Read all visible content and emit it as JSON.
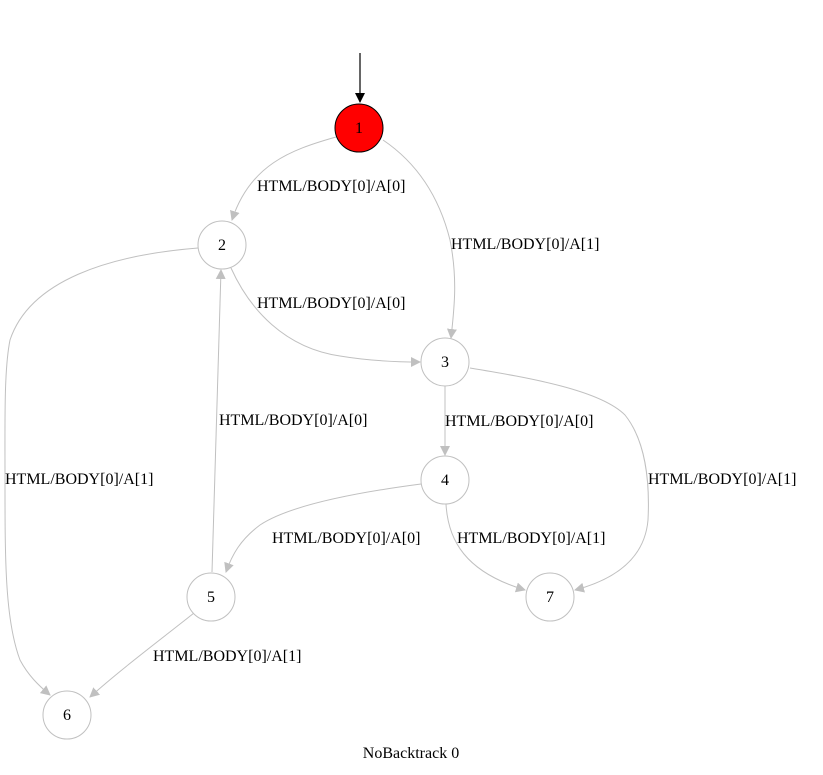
{
  "diagram": {
    "type": "state-graph",
    "caption": "NoBacktrack 0",
    "initial_node": "1",
    "colors": {
      "initial_node_fill": "#ff0000",
      "initial_node_stroke": "#000000",
      "initial_arrow": "#000000",
      "node_stroke": "#c0c0c0",
      "edge_stroke": "#c0c0c0"
    },
    "nodes": [
      {
        "id": "1",
        "label": "1"
      },
      {
        "id": "2",
        "label": "2"
      },
      {
        "id": "3",
        "label": "3"
      },
      {
        "id": "4",
        "label": "4"
      },
      {
        "id": "5",
        "label": "5"
      },
      {
        "id": "6",
        "label": "6"
      },
      {
        "id": "7",
        "label": "7"
      }
    ],
    "edges": [
      {
        "id": "e1-2",
        "from": "1",
        "to": "2",
        "label": "HTML/BODY[0]/A[0]"
      },
      {
        "id": "e1-3",
        "from": "1",
        "to": "3",
        "label": "HTML/BODY[0]/A[1]"
      },
      {
        "id": "e2-3",
        "from": "2",
        "to": "3",
        "label": "HTML/BODY[0]/A[0]"
      },
      {
        "id": "e2-6",
        "from": "2",
        "to": "6",
        "label": "HTML/BODY[0]/A[1]"
      },
      {
        "id": "e3-4",
        "from": "3",
        "to": "4",
        "label": "HTML/BODY[0]/A[0]"
      },
      {
        "id": "e3-7",
        "from": "3",
        "to": "7",
        "label": "HTML/BODY[0]/A[1]"
      },
      {
        "id": "e4-5",
        "from": "4",
        "to": "5",
        "label": "HTML/BODY[0]/A[0]"
      },
      {
        "id": "e4-7",
        "from": "4",
        "to": "7",
        "label": "HTML/BODY[0]/A[1]"
      },
      {
        "id": "e5-2",
        "from": "5",
        "to": "2",
        "label": "HTML/BODY[0]/A[0]"
      },
      {
        "id": "e5-6",
        "from": "5",
        "to": "6",
        "label": "HTML/BODY[0]/A[1]"
      }
    ]
  }
}
